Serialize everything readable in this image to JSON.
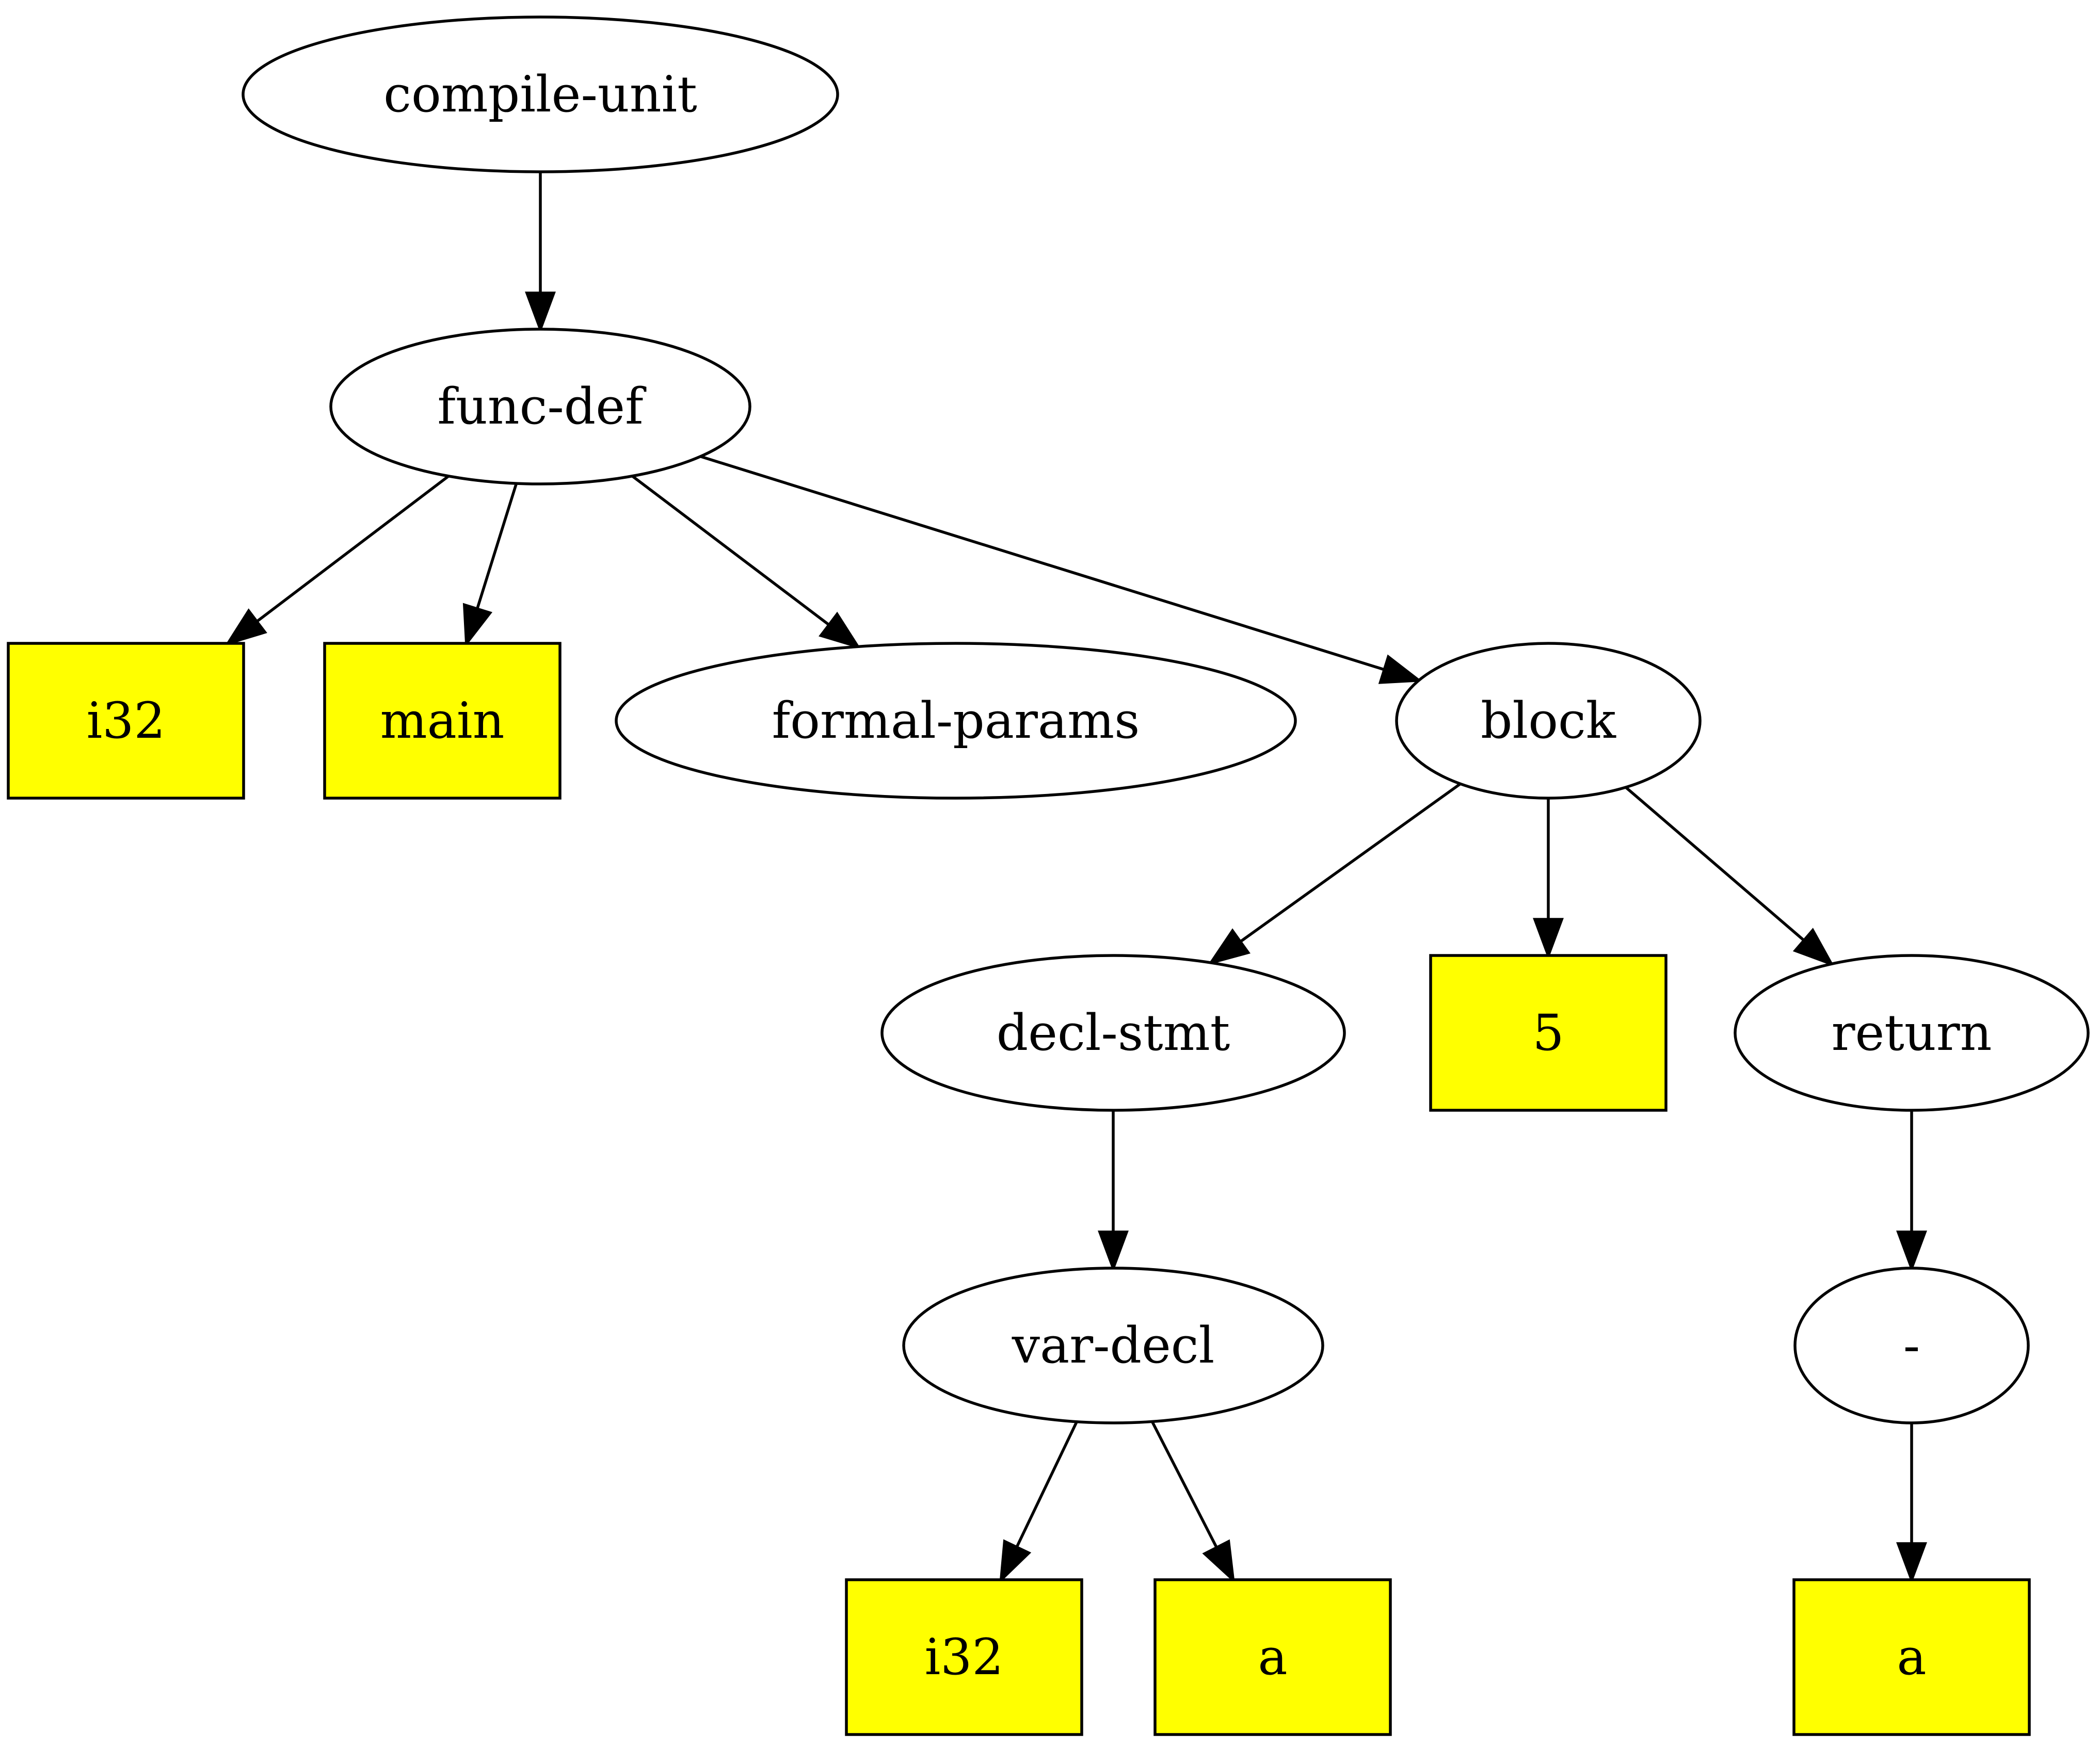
{
  "diagram": {
    "type": "syntax-tree",
    "colors": {
      "leaf_fill": "#ffff00",
      "node_fill": "#ffffff",
      "stroke": "#000000"
    },
    "nodes": [
      {
        "id": "compile-unit",
        "label": "compile-unit",
        "shape": "ellipse"
      },
      {
        "id": "func-def",
        "label": "func-def",
        "shape": "ellipse"
      },
      {
        "id": "i32-type",
        "label": "i32",
        "shape": "box"
      },
      {
        "id": "main-name",
        "label": "main",
        "shape": "box"
      },
      {
        "id": "formal-params",
        "label": "formal-params",
        "shape": "ellipse"
      },
      {
        "id": "block",
        "label": "block",
        "shape": "ellipse"
      },
      {
        "id": "decl-stmt",
        "label": "decl-stmt",
        "shape": "ellipse"
      },
      {
        "id": "literal-5",
        "label": "5",
        "shape": "box"
      },
      {
        "id": "return",
        "label": "return",
        "shape": "ellipse"
      },
      {
        "id": "var-decl",
        "label": "var-decl",
        "shape": "ellipse"
      },
      {
        "id": "minus",
        "label": "-",
        "shape": "ellipse"
      },
      {
        "id": "var-type-i32",
        "label": "i32",
        "shape": "box"
      },
      {
        "id": "var-name-a",
        "label": "a",
        "shape": "box"
      },
      {
        "id": "operand-a",
        "label": "a",
        "shape": "box"
      }
    ],
    "edges": [
      {
        "from": "compile-unit",
        "to": "func-def"
      },
      {
        "from": "func-def",
        "to": "i32-type"
      },
      {
        "from": "func-def",
        "to": "main-name"
      },
      {
        "from": "func-def",
        "to": "formal-params"
      },
      {
        "from": "func-def",
        "to": "block"
      },
      {
        "from": "block",
        "to": "decl-stmt"
      },
      {
        "from": "block",
        "to": "literal-5"
      },
      {
        "from": "block",
        "to": "return"
      },
      {
        "from": "decl-stmt",
        "to": "var-decl"
      },
      {
        "from": "var-decl",
        "to": "var-type-i32"
      },
      {
        "from": "var-decl",
        "to": "var-name-a"
      },
      {
        "from": "return",
        "to": "minus"
      },
      {
        "from": "minus",
        "to": "operand-a"
      }
    ]
  }
}
